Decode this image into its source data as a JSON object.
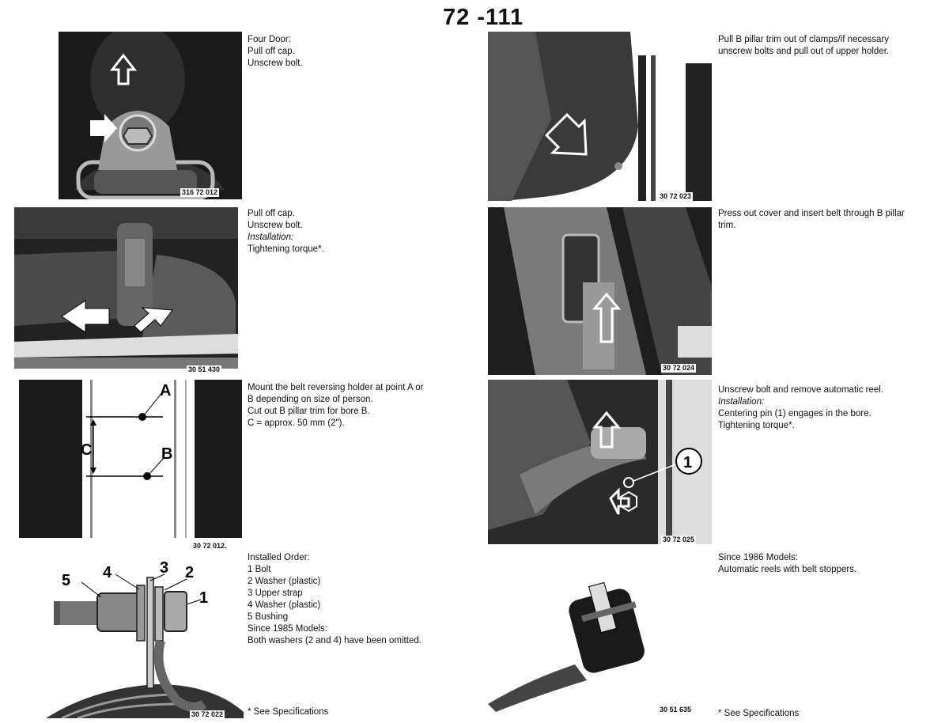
{
  "page_number": "72 -111",
  "left_column": [
    {
      "figure_number": "316 72 012",
      "lines": [
        {
          "text": "Four Door:",
          "italic": false
        },
        {
          "text": "Pull off cap.",
          "italic": false
        },
        {
          "text": "Unscrew bolt.",
          "italic": false
        }
      ]
    },
    {
      "figure_number": "30 51 430",
      "lines": [
        {
          "text": "Pull off cap.",
          "italic": false
        },
        {
          "text": "Unscrew bolt.",
          "italic": false
        },
        {
          "text": "Installation:",
          "italic": true
        },
        {
          "text": "Tightening torque*.",
          "italic": false
        }
      ]
    },
    {
      "figure_number": "30 72 012.",
      "labels": {
        "a": "A",
        "b": "B",
        "c": "C"
      },
      "lines": [
        {
          "text": "Mount the belt reversing holder at point A or",
          "italic": false
        },
        {
          "text": "B depending on size of person.",
          "italic": false
        },
        {
          "text": "Cut out B pillar trim for bore B.",
          "italic": false
        },
        {
          "text": "C = approx. 50 mm (2\").",
          "italic": false
        }
      ]
    },
    {
      "figure_number": "30 72 022",
      "labels": {
        "n1": "1",
        "n2": "2",
        "n3": "3",
        "n4": "4",
        "n5": "5"
      },
      "lines": [
        {
          "text": "Installed Order:",
          "italic": false
        },
        {
          "text": "1  Bolt",
          "italic": false
        },
        {
          "text": "2  Washer (plastic)",
          "italic": false
        },
        {
          "text": "3  Upper strap",
          "italic": false
        },
        {
          "text": "4  Washer (plastic)",
          "italic": false
        },
        {
          "text": "5  Bushing",
          "italic": false
        },
        {
          "text": "Since 1985 Models:",
          "italic": false
        },
        {
          "text": "Both washers (2 and 4) have been omitted.",
          "italic": false
        }
      ]
    }
  ],
  "right_column": [
    {
      "figure_number": "30 72 023",
      "lines": [
        {
          "text": "Pull B pillar trim out of clamps/if necessary",
          "italic": false
        },
        {
          "text": "unscrew bolts and pull out of upper holder.",
          "italic": false
        }
      ]
    },
    {
      "figure_number": "30 72 024",
      "lines": [
        {
          "text": "Press out cover and insert belt through B pillar",
          "italic": false
        },
        {
          "text": "trim.",
          "italic": false
        }
      ]
    },
    {
      "figure_number": "30 72 025",
      "labels": {
        "n1": "1"
      },
      "lines": [
        {
          "text": "Unscrew bolt and remove automatic reel.",
          "italic": false
        },
        {
          "text": "Installation:",
          "italic": true
        },
        {
          "text": "Centering pin (1) engages in the bore.",
          "italic": false
        },
        {
          "text": "Tightening torque*.",
          "italic": false
        }
      ]
    },
    {
      "figure_number": "30 51 635",
      "lines": [
        {
          "text": "Since 1986 Models:",
          "italic": false
        },
        {
          "text": "Automatic reels with belt stoppers.",
          "italic": false
        }
      ]
    }
  ],
  "footnotes": {
    "left": "* See Specifications",
    "right": "* See Specifications"
  }
}
